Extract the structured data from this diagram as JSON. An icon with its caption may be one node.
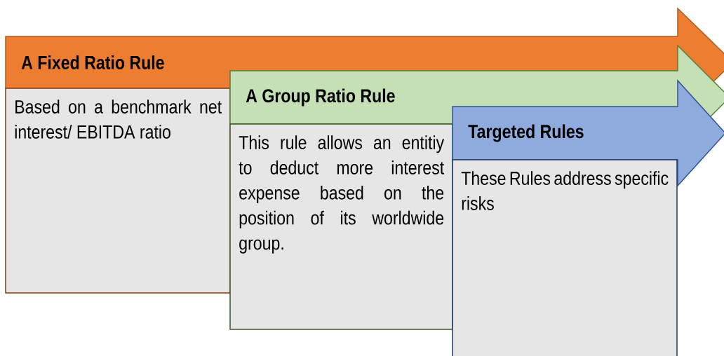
{
  "diagram": {
    "nodes": [
      {
        "text": [
          "A Fixed Ratio Rule"
        ]
      },
      {
        "text": [
          "Based on a benchmark net interest/ EBITDA ratio"
        ]
      },
      {
        "text": [
          "A Group Ratio Rule"
        ]
      },
      {
        "text": [
          "This rule allows an entitiy to deduct more interest expense based on the position of its worldwide group."
        ]
      },
      {
        "text": [
          "Targeted Rules"
        ]
      },
      {
        "text": [
          "These Rules address specific risks"
        ]
      }
    ]
  }
}
